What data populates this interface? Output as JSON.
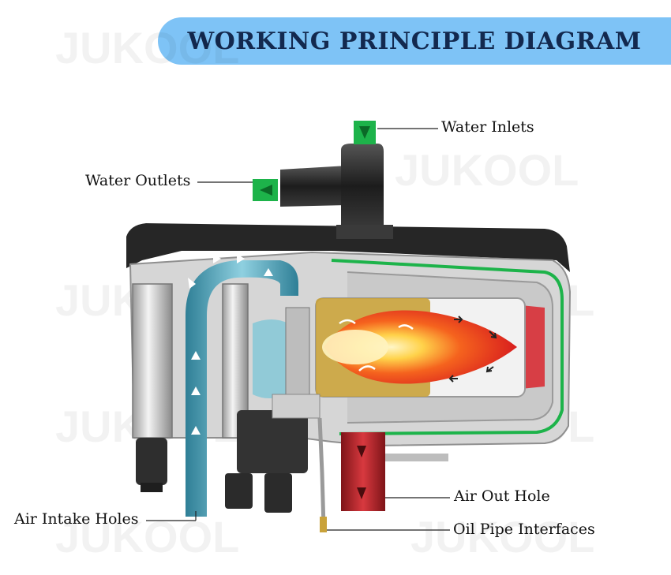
{
  "header": {
    "title": "WORKING PRINCIPLE DIAGRAM"
  },
  "watermark": {
    "text": "JUKOOL"
  },
  "labels": {
    "water_inlets": "Water Inlets",
    "water_outlets": "Water Outlets",
    "air_intake_holes": "Air Intake Holes",
    "air_out_hole": "Air Out Hole",
    "oil_pipe_interfaces": "Oil Pipe Interfaces"
  },
  "colors": {
    "banner": "#7ec3f6",
    "title_text": "#13294f",
    "water_arrow": "#1db34a",
    "air_channel": "#4fa0b8",
    "flame_core": "#ffe08a",
    "flame_outer": "#e8281e",
    "exhaust_pipe": "#b3232a",
    "housing": "#2a2a2a"
  }
}
